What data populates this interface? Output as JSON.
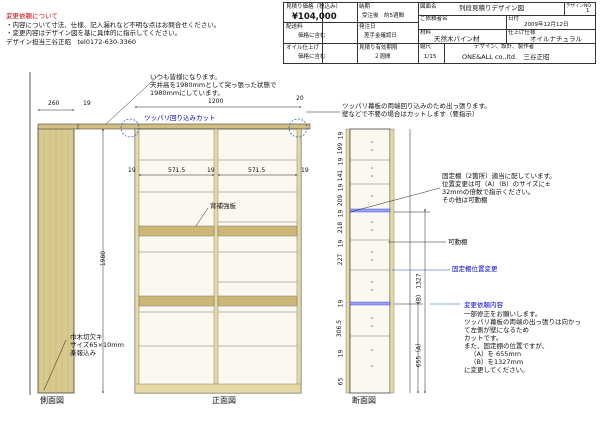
{
  "notes": {
    "heading": "変更依頼について",
    "lines": [
      "・内容について寸法、仕様、記入漏れなど不明な点はお問合せください。",
      "・変更内容はデザイン図を基に具体的に指示してください。"
    ],
    "contact": "デザイン担当三谷正昭　tel0172-630-3360"
  },
  "title_block": {
    "price_label": "見積り価格（税込み）",
    "price": "¥104,000",
    "delivery_label": "納期",
    "delivery": "受注後　約5週間",
    "shipping_label": "配送料",
    "shipping": "価格に含む",
    "ship_date_label": "発注日",
    "ship_date": "差手金確認日",
    "oil_label": "オイル仕上げ",
    "oil": "価格に含む",
    "validity_label": "見積り有効期限",
    "validity": "２週間",
    "drawing_name_label": "図面名",
    "drawing_name": "列段見積りデザイン図",
    "design_no_label": "デザインNO",
    "design_no": "1",
    "customer_label": "ご依頼者名",
    "date_label": "日付",
    "date": "2009年12月12日",
    "material_label": "材料",
    "material": "天然木パイン材",
    "finish_label": "仕上げ仕様",
    "finish": "オイルナチュラル",
    "scale_label": "縮尺",
    "scale": "1/15",
    "maker_label": "デザイン、設計、製作者",
    "maker": "ONE&ALL co.,ltd.　三谷正昭"
  },
  "annotations": {
    "ceiling_note": [
      "いつも皆様になります。",
      "天井高を1980mmとして突っ張った状態で",
      "1980mmにしています。"
    ],
    "tsuppari_cut": "ツッパリ回り込みカット",
    "tsuppari_note": [
      "ツッパリ幕板の両端回り込みのため出っ張ります。",
      "壁などで不要の場合はカットします（要指示）"
    ],
    "back_reinforce": "背補強板",
    "fixed_shelf": [
      "固定棚（2箇所）適当に配しています。",
      "位置変更は可（A）（B）のサイズに±",
      "32mmの倍数で指示ください。",
      "その他は可動棚"
    ],
    "movable_shelf": "可動棚",
    "fixed_change": "固定棚位置変更",
    "plinth": [
      "巾木切欠キ",
      "サイズ65×10mm",
      "楽報込み"
    ],
    "change_heading": "変更依頼内容",
    "change_body": [
      "一部修正をお願いします。",
      "ツッパリ幕板の両端の出っ張りは向かって左側が壁になるため",
      "カットです。",
      "また、固定棚の位置ですが、",
      "（A）を 655mm",
      "（B）を1327mm",
      "に変更してください。"
    ]
  },
  "dimensions": {
    "side_depth": "260",
    "side_gap": "19",
    "width_total": "1200",
    "top_right": "20",
    "left_col": "571.5",
    "right_col": "571.5",
    "side_19_a": "19",
    "side_19_b": "19",
    "side_19_c": "19",
    "height": "1980",
    "dim_B": "(B)　1327",
    "dim_A": "655（A）",
    "right_values": [
      "19",
      "199",
      "19",
      "141",
      "19",
      "209",
      "19",
      "218",
      "19",
      "227",
      "19",
      "306.5",
      "19",
      "65"
    ]
  },
  "view_labels": {
    "side": "側面図",
    "front": "正面図",
    "section": "断面図"
  }
}
